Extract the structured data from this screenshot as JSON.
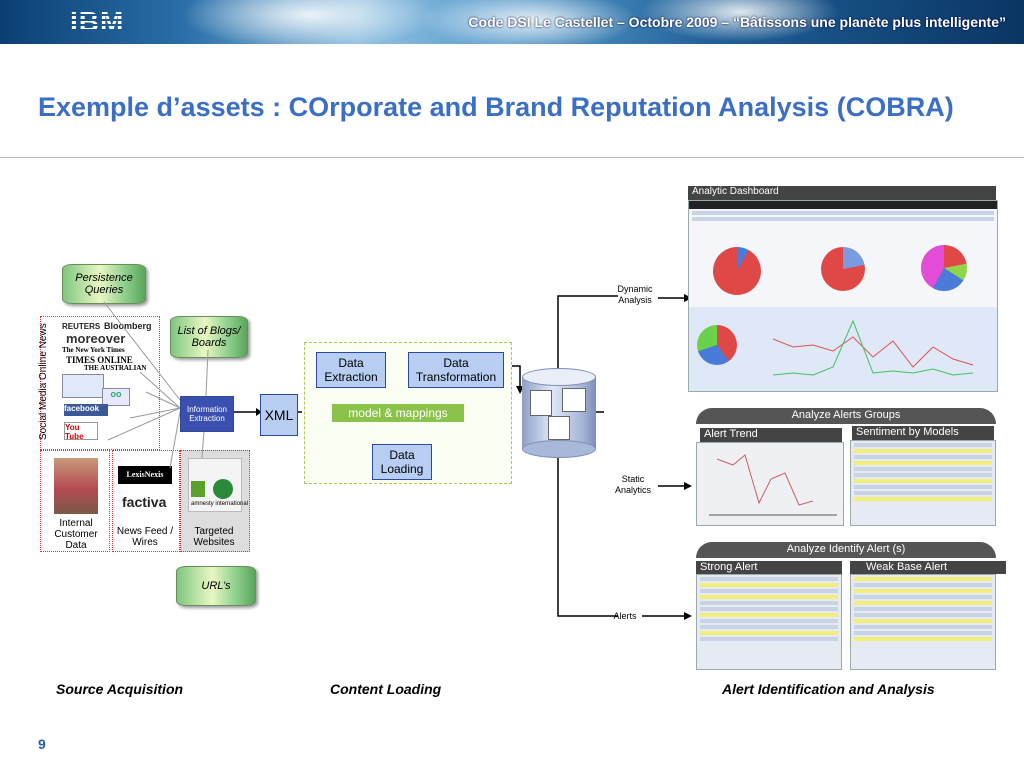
{
  "header": {
    "logo": "IBM",
    "banner_title": "Code DSI Le Castellet – Octobre 2009 – “Bâtissons une planète plus intelligente”"
  },
  "slide": {
    "title": "Exemple d’assets : COrporate and Brand Reputation Analysis (COBRA)",
    "page_number": "9"
  },
  "sources": {
    "persistence_queries": "Persistence Queries",
    "blogs_boards": "List of Blogs/ Boards",
    "urls": "URL’s",
    "social_media_label": "Social Media Online News",
    "internal_label": "Internal Customer Data",
    "news_label": "News Feed / Wires",
    "targeted_label": "Targeted Websites",
    "logos": {
      "reuters": "REUTERS",
      "bloomberg": "Bloomberg",
      "moreover": "moreover",
      "nyt": "The New York Times",
      "times_online": "TIMES ONLINE",
      "australian": "THE AUSTRALIAN",
      "facebook": "facebook",
      "youtube": "You Tube",
      "lexisnexis": "LexisNexis",
      "factiva": "factiva",
      "amnesty": "amnesty international"
    }
  },
  "pipeline": {
    "information_extraction": "Information Extraction",
    "xml": "XML",
    "data_extraction": "Data Extraction",
    "data_transformation": "Data Transformation",
    "model_mappings": "model & mappings",
    "data_loading": "Data Loading"
  },
  "outputs": {
    "dynamic_analysis": "Dynamic Analysis",
    "static_analytics": "Static Analytics",
    "alerts": "Alerts",
    "analytic_dashboard": "Analytic Dashboard",
    "analyze_alerts_groups": "Analyze  Alerts Groups",
    "alert_trend": "Alert Trend",
    "sentiment_by_models": "Sentiment by Models",
    "analyze_identify_alert": "Analyze Identify Alert (s)",
    "strong_alert": "Strong Alert",
    "weak_base_alert": "Weak  Base Alert"
  },
  "footer_labels": {
    "source_acquisition": "Source Acquisition",
    "content_loading": "Content Loading",
    "alert_identification": "Alert Identification and Analysis"
  },
  "colors": {
    "title": "#3b6fc4",
    "page_number": "#1f5fa8",
    "model_mappings_bg": "#8bc34a"
  }
}
